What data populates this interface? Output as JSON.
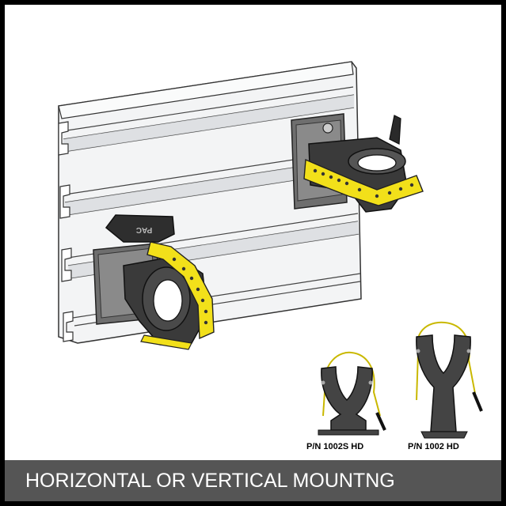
{
  "labels": {
    "part_a": "P/N 1002S HD",
    "part_b": "P/N 1002 HD",
    "clamp_mark": "PAC"
  },
  "footer": {
    "title": "HORIZONTAL OR VERTICAL MOUNTNG"
  },
  "colors": {
    "strap": "#f2e01a",
    "clamp": "#3a3a3a",
    "rail": "#eef0f1",
    "footer_bg": "#555555"
  }
}
